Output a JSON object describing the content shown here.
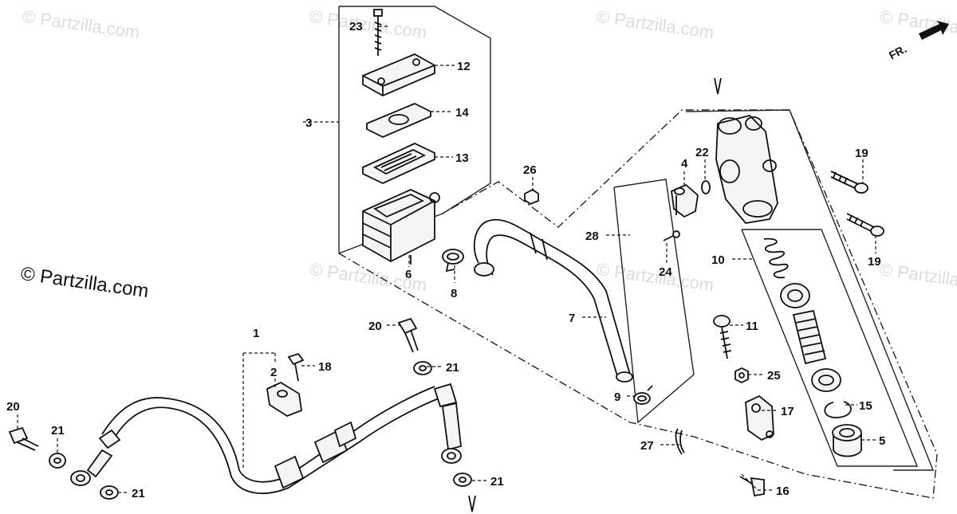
{
  "watermark": {
    "main": "© Partzilla.com",
    "faint": "© Partzilla.com"
  },
  "direction_marker": {
    "text": "FR."
  },
  "labels": {
    "p1": "1",
    "p2": "2",
    "p3": "3",
    "p4": "4",
    "p5": "5",
    "p6": "6",
    "p7": "7",
    "p8": "8",
    "p9": "9",
    "p10": "10",
    "p11": "11",
    "p12": "12",
    "p13": "13",
    "p14": "14",
    "p15": "15",
    "p16": "16",
    "p17": "17",
    "p18": "18",
    "p19a": "19",
    "p19b": "19",
    "p20a": "20",
    "p20b": "20",
    "p21a": "21",
    "p21b": "21",
    "p21c": "21",
    "p21d": "21",
    "p22": "22",
    "p23": "23",
    "p24": "24",
    "p25": "25",
    "p26": "26",
    "p27": "27",
    "p28": "28"
  },
  "colors": {
    "ink": "#111111",
    "watermark": "#dcdcdc",
    "background": "#ffffff"
  }
}
